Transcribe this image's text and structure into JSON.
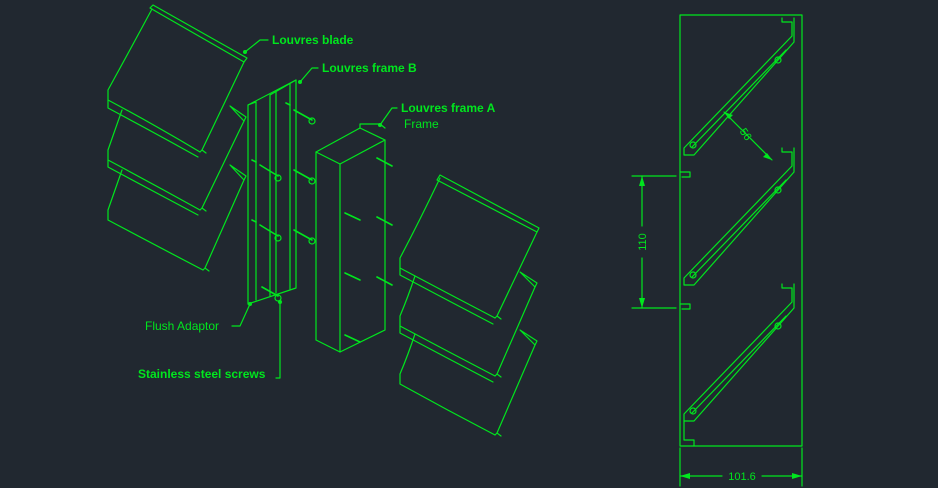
{
  "labels": {
    "louvres_blade": "Louvres blade",
    "louvres_frame_b": "Louvres frame B",
    "louvres_frame_a": "Louvres frame A",
    "frame": "Frame",
    "flush_adaptor": "Flush Adaptor",
    "stainless_screws": "Stainless steel screws"
  },
  "dimensions": {
    "blade_gap": "56",
    "pitch": "110",
    "width": "101.6"
  },
  "colors": {
    "background": "#212830",
    "line": "#00e61e"
  }
}
